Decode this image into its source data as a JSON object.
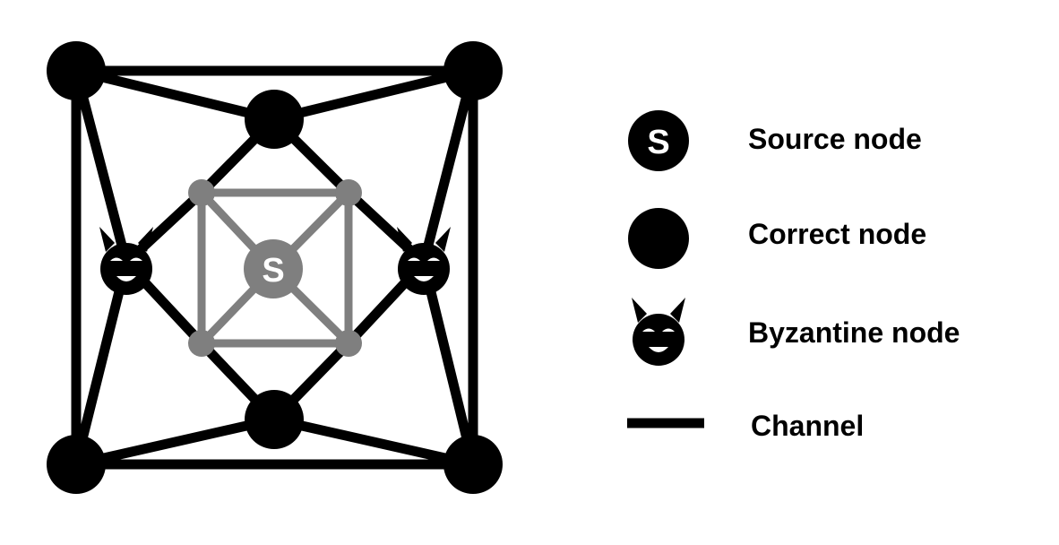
{
  "diagram": {
    "nodes": [
      {
        "id": "outer-tl",
        "role": "correct",
        "layer": "outer"
      },
      {
        "id": "outer-tr",
        "role": "correct",
        "layer": "outer"
      },
      {
        "id": "outer-bl",
        "role": "correct",
        "layer": "outer"
      },
      {
        "id": "outer-br",
        "role": "correct",
        "layer": "outer"
      },
      {
        "id": "mid-top",
        "role": "correct",
        "layer": "outer"
      },
      {
        "id": "mid-bottom",
        "role": "correct",
        "layer": "outer"
      },
      {
        "id": "byz-left",
        "role": "byzantine",
        "layer": "outer"
      },
      {
        "id": "byz-right",
        "role": "byzantine",
        "layer": "outer"
      },
      {
        "id": "inner-tl",
        "role": "correct",
        "layer": "inner"
      },
      {
        "id": "inner-tr",
        "role": "correct",
        "layer": "inner"
      },
      {
        "id": "inner-bl",
        "role": "correct",
        "layer": "inner"
      },
      {
        "id": "inner-br",
        "role": "correct",
        "layer": "inner"
      },
      {
        "id": "source",
        "role": "source",
        "layer": "inner"
      }
    ],
    "edges": [
      [
        "outer-tl",
        "outer-tr"
      ],
      [
        "outer-bl",
        "outer-br"
      ],
      [
        "outer-tl",
        "outer-bl"
      ],
      [
        "outer-tr",
        "outer-br"
      ],
      [
        "outer-tl",
        "mid-top"
      ],
      [
        "outer-tr",
        "mid-top"
      ],
      [
        "outer-bl",
        "mid-bottom"
      ],
      [
        "outer-br",
        "mid-bottom"
      ],
      [
        "outer-tl",
        "byz-left"
      ],
      [
        "outer-bl",
        "byz-left"
      ],
      [
        "outer-tr",
        "byz-right"
      ],
      [
        "outer-br",
        "byz-right"
      ],
      [
        "mid-top",
        "inner-tl"
      ],
      [
        "mid-top",
        "inner-tr"
      ],
      [
        "mid-bottom",
        "inner-bl"
      ],
      [
        "mid-bottom",
        "inner-br"
      ],
      [
        "byz-left",
        "inner-tl"
      ],
      [
        "byz-left",
        "inner-bl"
      ],
      [
        "byz-right",
        "inner-tr"
      ],
      [
        "byz-right",
        "inner-br"
      ],
      [
        "inner-tl",
        "inner-tr"
      ],
      [
        "inner-bl",
        "inner-br"
      ],
      [
        "inner-tl",
        "inner-bl"
      ],
      [
        "inner-tr",
        "inner-br"
      ],
      [
        "source",
        "inner-tl"
      ],
      [
        "source",
        "inner-tr"
      ],
      [
        "source",
        "inner-bl"
      ],
      [
        "source",
        "inner-br"
      ]
    ],
    "source_letter": "S"
  },
  "legend": {
    "source": {
      "label": "Source node",
      "letter": "S",
      "icon": "source-node-icon"
    },
    "correct": {
      "label": "Correct node",
      "icon": "correct-node-icon"
    },
    "byzantine": {
      "label": "Byzantine node",
      "icon": "devil-icon"
    },
    "channel": {
      "label": "Channel",
      "icon": "channel-line-icon"
    }
  },
  "colors": {
    "outer": "#000000",
    "inner": "#7f7f7f",
    "background": "#ffffff"
  }
}
